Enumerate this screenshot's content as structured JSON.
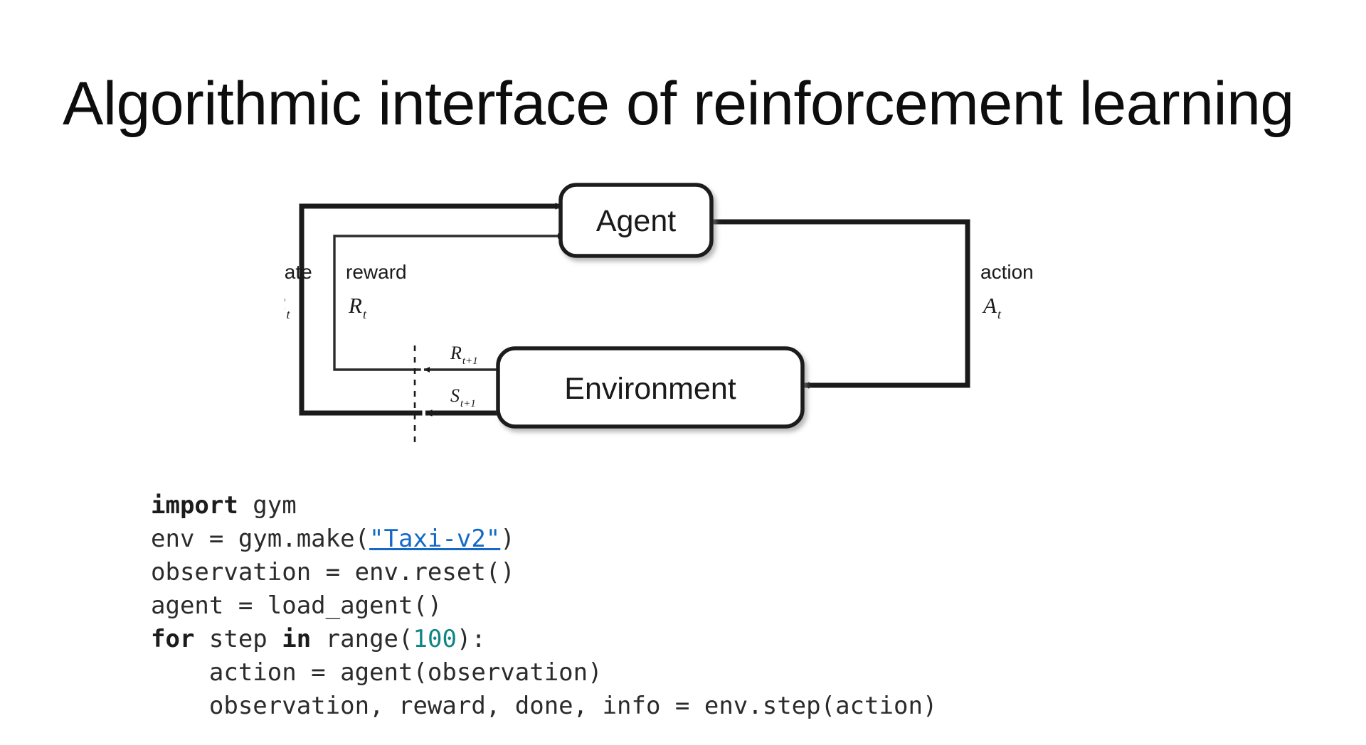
{
  "slide": {
    "title": "Algorithmic interface of reinforcement learning",
    "background_color": "#ffffff"
  },
  "diagram": {
    "name": "agent-environment-interaction-loop",
    "nodes": [
      {
        "id": "agent",
        "label": "Agent"
      },
      {
        "id": "environment",
        "label": "Environment"
      }
    ],
    "edges": [
      {
        "id": "state-in",
        "word": "state",
        "symbol": "S",
        "subscript": "t",
        "from": "environment",
        "to": "agent"
      },
      {
        "id": "reward-in",
        "word": "reward",
        "symbol": "R",
        "subscript": "t",
        "from": "environment",
        "to": "agent"
      },
      {
        "id": "action-out",
        "word": "action",
        "symbol": "A",
        "subscript": "t",
        "from": "agent",
        "to": "environment"
      },
      {
        "id": "reward-next",
        "word": "",
        "symbol": "R",
        "subscript": "t+1",
        "from": "environment",
        "to": "time-boundary"
      },
      {
        "id": "state-next",
        "word": "",
        "symbol": "S",
        "subscript": "t+1",
        "from": "environment",
        "to": "time-boundary"
      }
    ],
    "time_boundary": "dashed-vertical-line",
    "stroke_color": "#1a1a1a"
  },
  "code": {
    "language": "python",
    "link_color": "#1469c7",
    "number_color": "#0e8585",
    "keyword_color": "#1c1c1c",
    "text_color": "#2b2b2b",
    "lines": [
      {
        "indent": 0,
        "tokens": [
          {
            "t": "kw",
            "v": "import"
          },
          {
            "t": "txt",
            "v": " gym"
          }
        ]
      },
      {
        "indent": 0,
        "tokens": [
          {
            "t": "txt",
            "v": "env = gym.make("
          },
          {
            "t": "link",
            "v": "\"Taxi-v2\""
          },
          {
            "t": "txt",
            "v": ")"
          }
        ]
      },
      {
        "indent": 0,
        "tokens": [
          {
            "t": "txt",
            "v": "observation = env.reset()"
          }
        ]
      },
      {
        "indent": 0,
        "tokens": [
          {
            "t": "txt",
            "v": "agent = load_agent()"
          }
        ]
      },
      {
        "indent": 0,
        "tokens": [
          {
            "t": "kw",
            "v": "for"
          },
          {
            "t": "txt",
            "v": " step "
          },
          {
            "t": "kw",
            "v": "in"
          },
          {
            "t": "txt",
            "v": " range("
          },
          {
            "t": "num",
            "v": "100"
          },
          {
            "t": "txt",
            "v": "):"
          }
        ]
      },
      {
        "indent": 4,
        "tokens": [
          {
            "t": "txt",
            "v": "action = agent(observation)"
          }
        ]
      },
      {
        "indent": 4,
        "tokens": [
          {
            "t": "txt",
            "v": "observation, reward, done, info = env.step(action)"
          }
        ]
      }
    ],
    "plain_text": "import gym\nenv = gym.make(\"Taxi-v2\")\nobservation = env.reset()\nagent = load_agent()\nfor step in range(100):\n    action = agent(observation)\n    observation, reward, done, info = env.step(action)"
  }
}
